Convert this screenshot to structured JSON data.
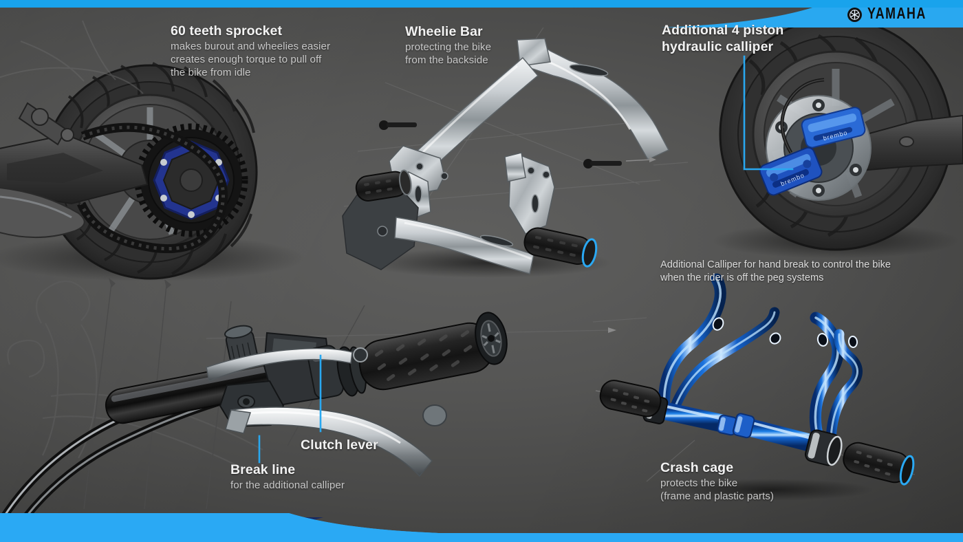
{
  "brand": {
    "name": "YAMAHA",
    "logo_icon": "yamaha-tuning-fork-icon",
    "accent_blue": "#29a8f0",
    "deep_blue": "#1b2a5e",
    "bg_dark": "#2e2e2e",
    "bg_mid": "#5b5b5a"
  },
  "callouts": [
    {
      "id": "sprocket",
      "title": "60 teeth sprocket",
      "lines": [
        "makes burout and wheelies easier",
        "creates enough torque to pull off",
        "the bike from idle"
      ]
    },
    {
      "id": "wheelie-bar",
      "title": "Wheelie Bar",
      "lines": [
        "protecting the bike",
        "from the backside"
      ]
    },
    {
      "id": "caliper",
      "title": "Additional 4 piston",
      "title2": "hydraulic calliper",
      "lines": []
    },
    {
      "id": "clutch-lever",
      "title": "Clutch lever",
      "lines": []
    },
    {
      "id": "break-line",
      "title": "Break line",
      "lines": [
        "for the additional calliper"
      ]
    },
    {
      "id": "crash-cage",
      "title": "Crash cage",
      "lines": [
        "protects the bike",
        "(frame and plastic parts)"
      ]
    }
  ],
  "notes": [
    {
      "id": "caliper-note",
      "lines": [
        "Additional Calliper for hand break to control the bike",
        "when the rider is off the peg systems"
      ]
    }
  ],
  "illustrations": [
    {
      "id": "rear-wheel-sprocket",
      "name": "rear wheel with 60 teeth sprocket and chain",
      "accent": "#23348f"
    },
    {
      "id": "wheelie-bar-assembly",
      "name": "chrome wheelie bar brackets with bolts and grips",
      "accent": "#bfc4c8"
    },
    {
      "id": "brake-caliper-rotor",
      "name": "rear wheel with dual blue brembo calipers and rotor",
      "accent": "#1f55c8"
    },
    {
      "id": "handlebar-levers",
      "name": "handlebar with clutch lever, brake lever and grip",
      "accent": "#d8dadd"
    },
    {
      "id": "crash-cage-bars",
      "name": "blue tubular crash cage bars with black sliders",
      "accent": "#1061cf"
    }
  ]
}
